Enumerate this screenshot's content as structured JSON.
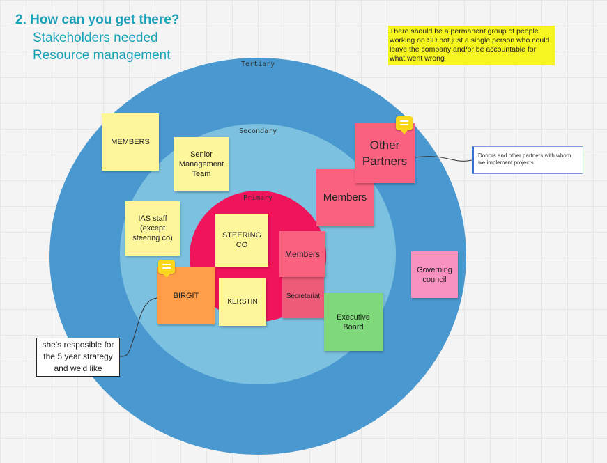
{
  "header": {
    "title": "2. How can you get there?",
    "subtitle1": "Stakeholders needed",
    "subtitle2": "Resource management"
  },
  "rings": {
    "tertiary": "Tertiary",
    "secondary": "Secondary",
    "primary": "Primary"
  },
  "notes": {
    "members_yellow": "MEMBERS",
    "senior_management": "Senior Management Team",
    "ias_staff": "IAS staff (except steering co)",
    "birgit": "BIRGIT",
    "steering_co": "STEERING CO",
    "kerstin": "KERSTIN",
    "members_primary": "Members",
    "secretariat": "Secretariat",
    "executive_board": "Executive Board",
    "members_secondary": "Members",
    "other_partners": "Other Partners",
    "governing_council": "Governing council"
  },
  "comments": {
    "permanent_group": "There should be a permanent group of people working on SD not just a single person who could leave the company and/or be accountable for what went wrong",
    "donors": "Donors and other partners with whom we implement projects",
    "birgit_note": "she's resposible for the 5 year strategy and we'd like"
  },
  "colors": {
    "tertiary": "#4a98d0",
    "secondary": "#7cc1e0",
    "primary": "#f0145a",
    "heading": "#1aa3b8"
  }
}
